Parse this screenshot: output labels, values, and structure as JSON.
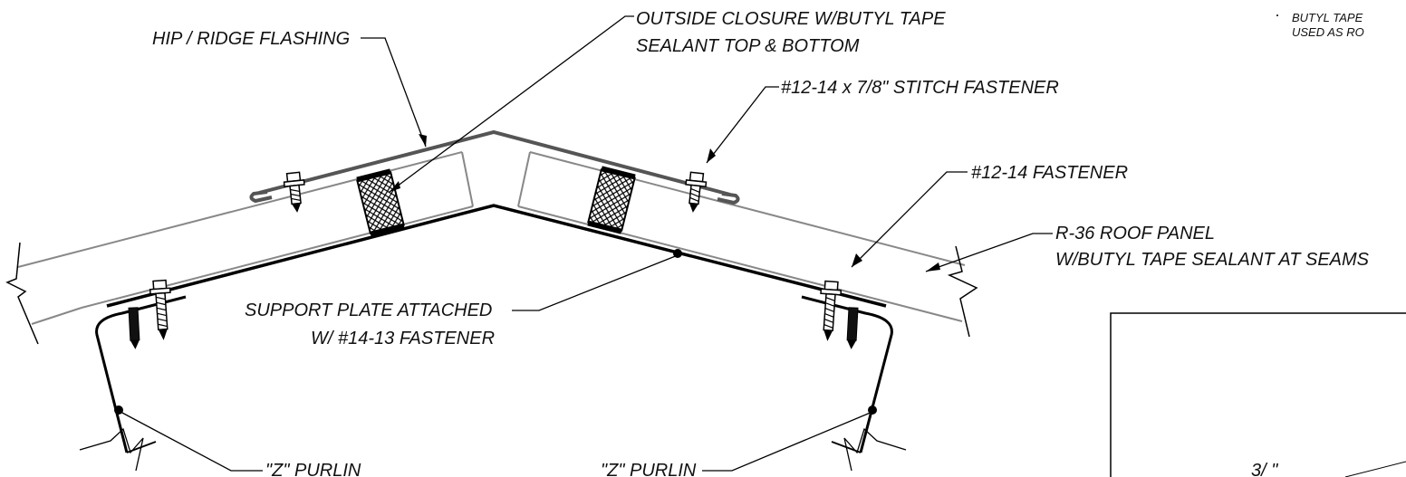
{
  "labels": {
    "hip_ridge_flashing": "HIP / RIDGE FLASHING",
    "outside_closure_1": "OUTSIDE CLOSURE W/BUTYL TAPE",
    "outside_closure_2": "SEALANT TOP & BOTTOM",
    "stitch_fastener": "#12-14 x 7/8\" STITCH FASTENER",
    "fastener_12_14": "#12-14 FASTENER",
    "roof_panel_1": "R-36 ROOF PANEL",
    "roof_panel_2": "W/BUTYL TAPE SEALANT AT SEAMS",
    "support_plate_1": "SUPPORT PLATE ATTACHED",
    "support_plate_2": "W/ #14-13 FASTENER",
    "z_purlin_left": "\"Z\" PURLIN",
    "z_purlin_right": "\"Z\" PURLIN",
    "corner_note_1": "BUTYL TAPE",
    "corner_note_2": "USED AS RO",
    "inset_dim": "3/ \""
  }
}
